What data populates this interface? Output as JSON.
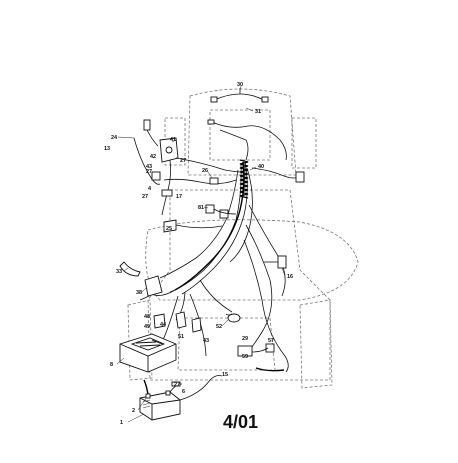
{
  "diagram": {
    "date_code": "4/01",
    "callouts": {
      "c1": "1",
      "c2": "2",
      "c4": "4",
      "c6": "6",
      "c8": "8",
      "c13": "13",
      "c15": "15",
      "c16": "16",
      "c17": "17",
      "c24": "24",
      "c25": "25",
      "c26": "26",
      "c27a": "27",
      "c27b": "27",
      "c27c": "27",
      "c27d": "27",
      "c29": "29",
      "c30": "30",
      "c31": "31",
      "c33": "33",
      "c38": "38",
      "c40": "40",
      "c41": "41",
      "c42": "42",
      "c43": "43",
      "c44": "44",
      "c48": "48",
      "c49": "49",
      "c51": "51",
      "c52": "52",
      "c57": "57",
      "c59": "59",
      "c81": "81"
    }
  }
}
